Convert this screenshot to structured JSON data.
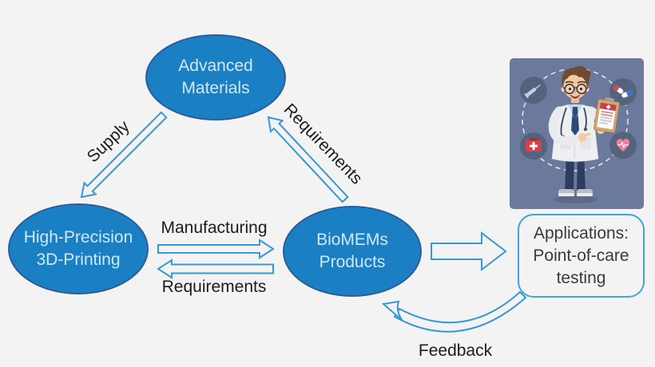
{
  "page": {
    "background": "#f3f3f4"
  },
  "nodes": {
    "advanced_materials": {
      "lines": [
        "Advanced",
        "Materials"
      ]
    },
    "high_precision_printing": {
      "lines": [
        "High-Precision",
        "3D-Printing"
      ]
    },
    "biomems_products": {
      "lines": [
        "BioMEMs",
        "Products"
      ]
    },
    "applications": {
      "lines": [
        "Applications:",
        "Point-of-care",
        "testing"
      ]
    }
  },
  "edges": {
    "supply": {
      "label": "Supply"
    },
    "requirements_to_materials": {
      "label": "Requirements"
    },
    "manufacturing": {
      "label": "Manufacturing"
    },
    "requirements_to_printing": {
      "label": "Requirements"
    },
    "feedback": {
      "label": "Feedback"
    }
  },
  "colors": {
    "page_background": "#f3f3f4",
    "node_fill": "#1b80c3",
    "node_border": "#2b5c99",
    "node_text": "#cfe8f8",
    "arrow_stroke": "#3898d2",
    "edge_label_text": "#1c1c1c",
    "applications_border": "#41a3dc",
    "illustration_background": "#6b7a9c"
  },
  "illustration": {
    "subject": "cartoon doctor holding clipboard",
    "icons": [
      "syringe-icon",
      "pills-icon",
      "first-aid-kit-icon",
      "heart-pulse-icon"
    ]
  }
}
